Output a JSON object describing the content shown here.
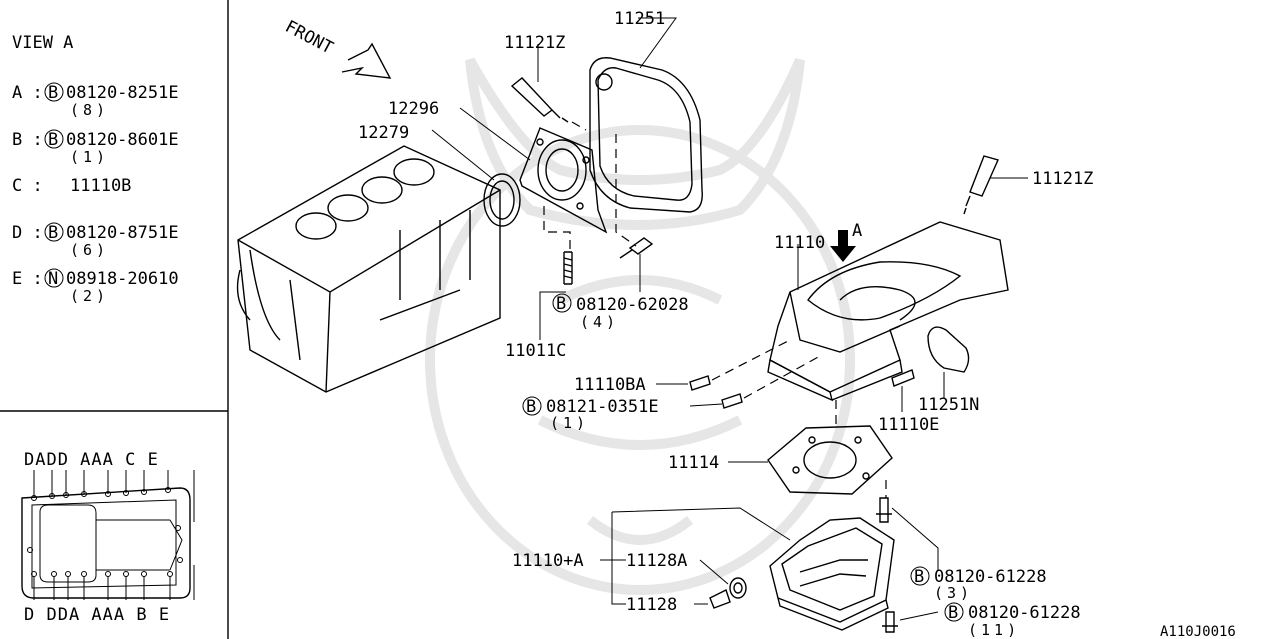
{
  "legend": {
    "title": "VIEW A",
    "rows": [
      {
        "key": "A :",
        "symbol": "B",
        "part": "08120-8251E",
        "qty": "(8)"
      },
      {
        "key": "B :",
        "symbol": "B",
        "part": "08120-8601E",
        "qty": "(1)"
      },
      {
        "key": "C :",
        "symbol": "",
        "part": "11110B",
        "qty": ""
      },
      {
        "key": "D :",
        "symbol": "B",
        "part": "08120-8751E",
        "qty": "(6)"
      },
      {
        "key": "E :",
        "symbol": "N",
        "part": "08918-20610",
        "qty": "(2)"
      }
    ]
  },
  "view_a": {
    "top_letters": "DADD  AAA  C  E",
    "bottom_letters": "D DDA  AAA  B  E"
  },
  "front_label": "FRONT",
  "arrow_label": "A",
  "callouts": {
    "p11251": "11251",
    "p11121z_top": "11121Z",
    "p12296": "12296",
    "p12279": "12279",
    "p11011c": "11011C",
    "p08120_62028": "08120-62028",
    "p08120_62028_qty": "(4)",
    "p11121z_right": "11121Z",
    "p11110": "11110",
    "p11110ba": "11110BA",
    "p08121_0351e": "08121-0351E",
    "p08121_0351e_qty": "(1)",
    "p11251n": "11251N",
    "p11110e": "11110E",
    "p11114": "11114",
    "p11110a": "11110+A",
    "p11128a": "11128A",
    "p11128": "11128",
    "p08120_61228a": "08120-61228",
    "p08120_61228a_qty": "(3)",
    "p08120_61228b": "08120-61228",
    "p08120_61228b_qty": "(11)"
  },
  "symbols": {
    "bolt": "B",
    "nut": "N"
  },
  "footer_code": "A110J0016"
}
